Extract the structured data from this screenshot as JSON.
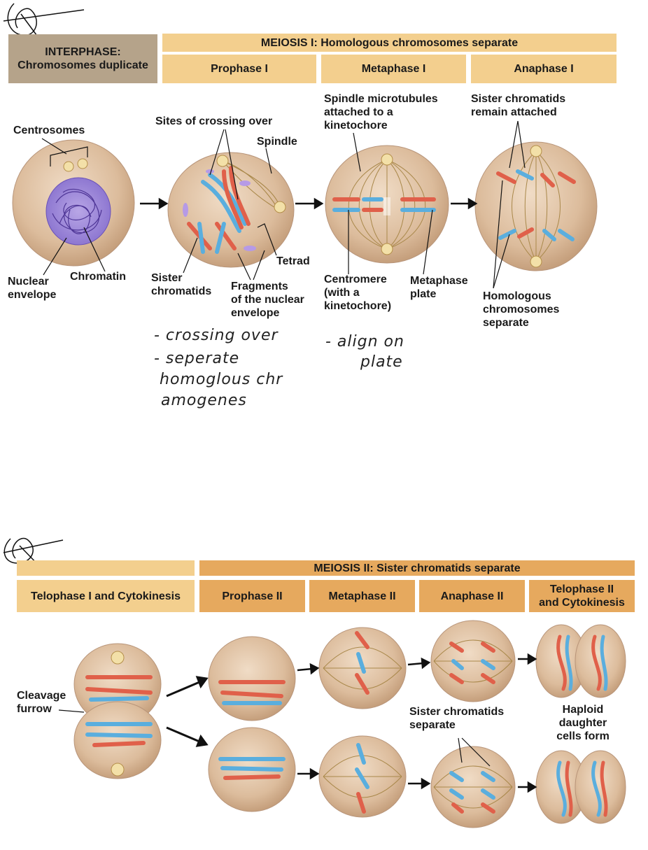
{
  "meiosis1": {
    "interphase": "INTERPHASE:\nChromosomes duplicate",
    "banner": "MEIOSIS I: Homologous chromosomes separate",
    "stages": [
      "Prophase I",
      "Metaphase I",
      "Anaphase I"
    ],
    "labels": {
      "centrosomes": "Centrosomes",
      "sites_crossing_over": "Sites of crossing over",
      "spindle": "Spindle",
      "spindle_microtubules": "Spindle microtubules\nattached to a\nkinetochore",
      "sister_chromatids_attached": "Sister chromatids\nremain attached",
      "nuclear_envelope": "Nuclear\nenvelope",
      "chromatin": "Chromatin",
      "sister_chromatids": "Sister\nchromatids",
      "tetrad": "Tetrad",
      "fragments": "Fragments\nof the nuclear\nenvelope",
      "centromere": "Centromere\n(with a\nkinetochore)",
      "metaphase_plate": "Metaphase\nplate",
      "homologous_separate": "Homologous\nchromosomes\nseparate"
    }
  },
  "handwritten_notes": {
    "line1": "- crossing over",
    "line2": "- seperate",
    "line3": "homoglous chr",
    "line4": "amogenes",
    "line5": "- align on",
    "line6": "plate"
  },
  "meiosis2": {
    "telophase1": "Telophase I and Cytokinesis",
    "banner": "MEIOSIS II: Sister chromatids separate",
    "stages": [
      "Prophase II",
      "Metaphase II",
      "Anaphase II",
      "Telophase II\nand Cytokinesis"
    ],
    "labels": {
      "cleavage_furrow": "Cleavage\nfurrow",
      "sister_chromatids_separate": "Sister chromatids\nseparate",
      "haploid": "Haploid\ndaughter\ncells form"
    }
  },
  "colors": {
    "header_light": "#f3cf8e",
    "header_dark": "#e6a95e",
    "interphase_header": "#b5a38a",
    "cell_fill": "#e2c6a8",
    "chromosome_red": "#e0604a",
    "chromosome_blue": "#5aaede",
    "chromatin_purple": "#7a5cc4",
    "spindle": "#a9884a"
  }
}
